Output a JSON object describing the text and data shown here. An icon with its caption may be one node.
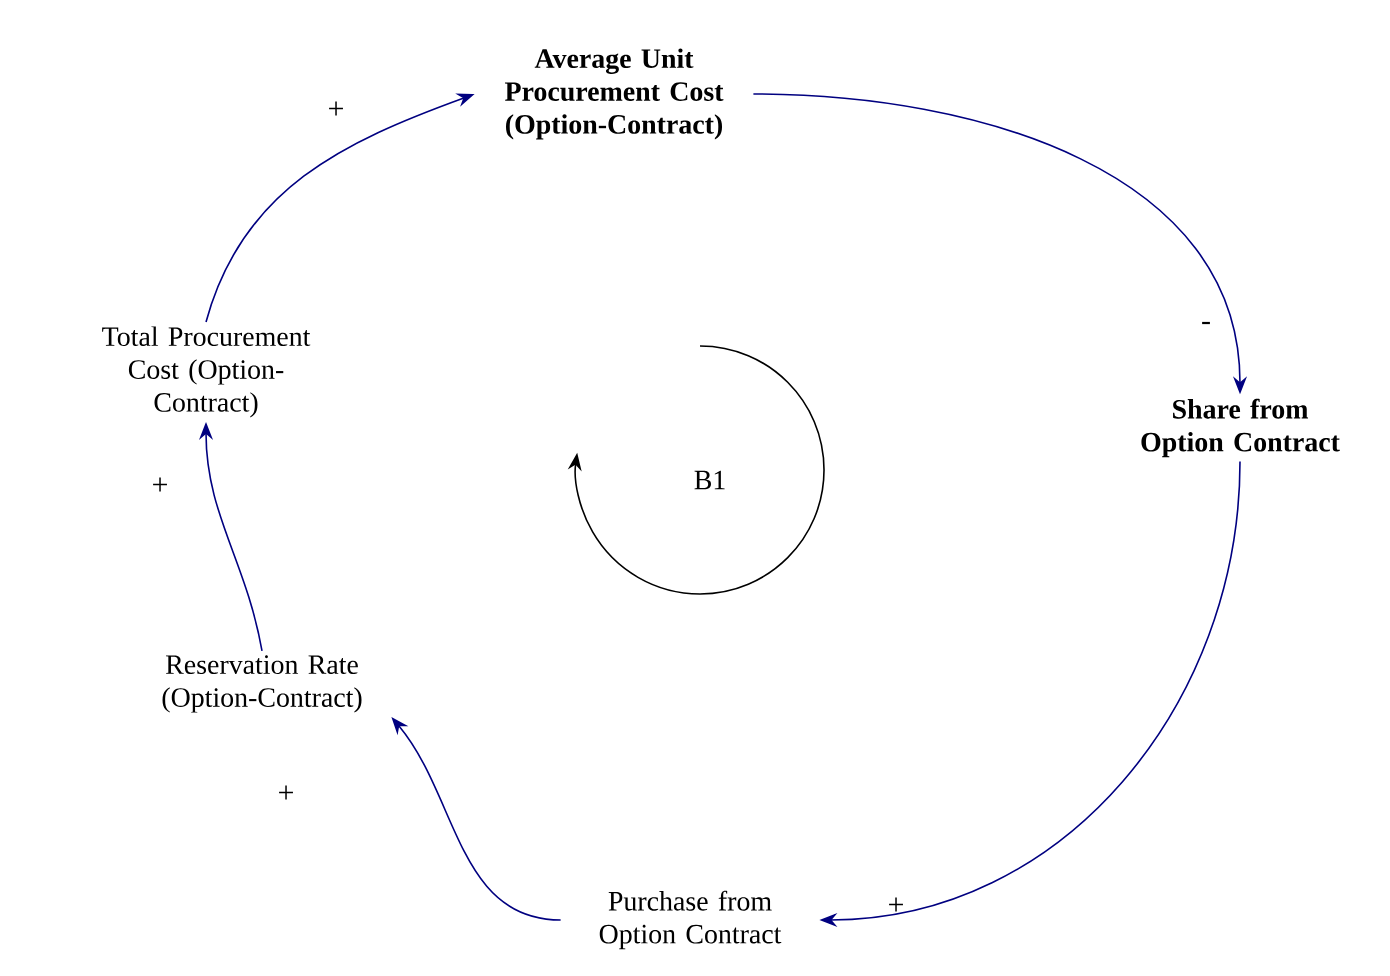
{
  "diagram": {
    "nodes": [
      {
        "text": [
          "Average Unit Procurement Cost (Option-Contract)"
        ]
      },
      {
        "text": [
          "Share from Option Contract"
        ]
      },
      {
        "text": [
          "Purchase from Option Contract"
        ]
      },
      {
        "text": [
          "Reservation Rate (Option-Contract)"
        ]
      },
      {
        "text": [
          "Total Procurement Cost (Option-Contract)"
        ]
      }
    ],
    "edges": [
      {
        "from": 0,
        "to": 1,
        "arrow": "to",
        "label": "-"
      },
      {
        "from": 1,
        "to": 2,
        "arrow": "to",
        "label": "+"
      },
      {
        "from": 2,
        "to": 3,
        "arrow": "to",
        "label": "+"
      },
      {
        "from": 3,
        "to": 4,
        "arrow": "to",
        "label": "+"
      },
      {
        "from": 4,
        "to": 0,
        "arrow": "to",
        "label": "+"
      }
    ],
    "labels": [
      "B1"
    ]
  }
}
